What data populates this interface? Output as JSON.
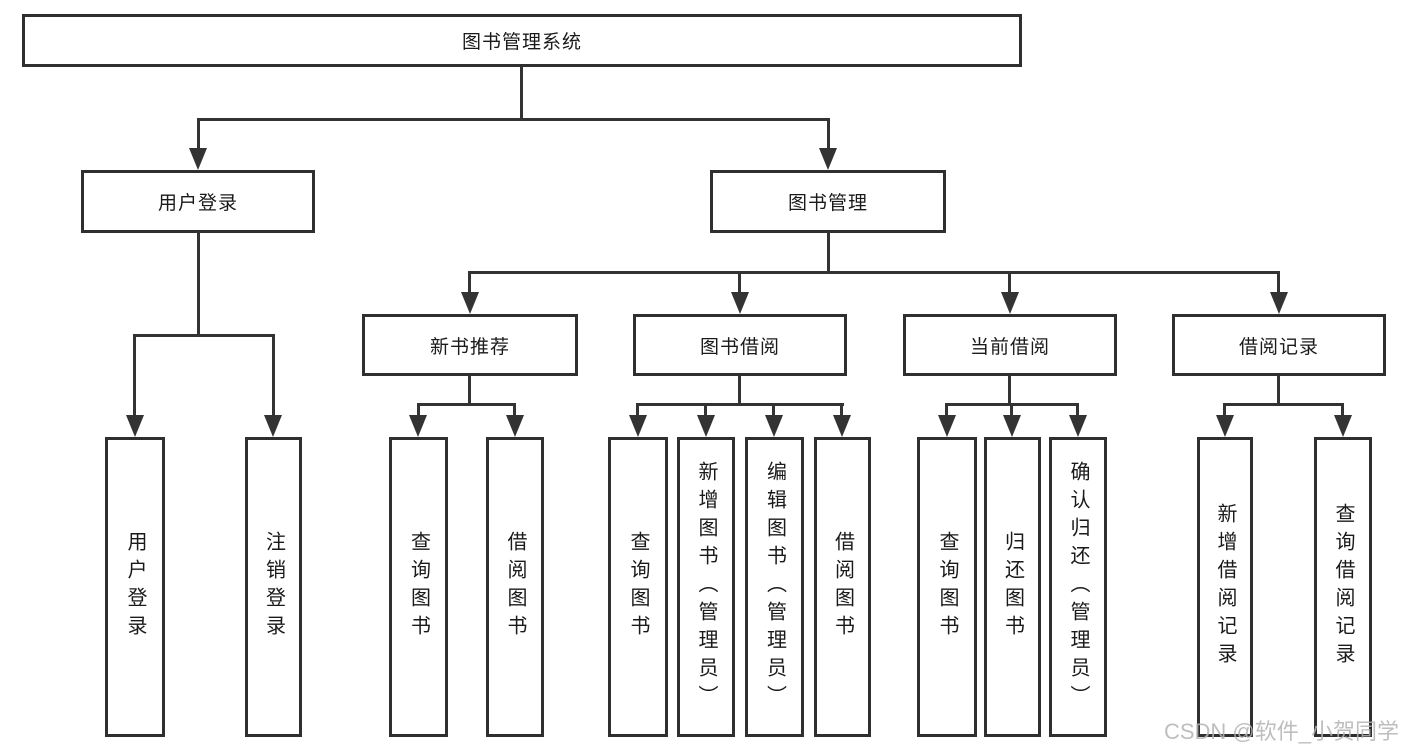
{
  "diagram": {
    "root": {
      "label": "图书管理系统"
    },
    "level2": {
      "user_login": {
        "label": "用户登录"
      },
      "book_mgmt": {
        "label": "图书管理"
      }
    },
    "level3": {
      "new_book_rec": {
        "label": "新书推荐"
      },
      "book_borrow": {
        "label": "图书借阅"
      },
      "current_borrow": {
        "label": "当前借阅"
      },
      "borrow_records": {
        "label": "借阅记录"
      }
    },
    "groups": {
      "user_login": [
        "用户登录",
        "注销登录"
      ],
      "new_book_rec": [
        "查询图书",
        "借阅图书"
      ],
      "book_borrow": [
        "查询图书",
        "新增图书（管理员）",
        "编辑图书（管理员）",
        "借阅图书"
      ],
      "current_borrow": [
        "查询图书",
        "归还图书",
        "确认归还（管理员）"
      ],
      "borrow_records": [
        "新增借阅记录",
        "查询借阅记录"
      ]
    },
    "watermark": "CSDN @软件_小贺同学",
    "colors": {
      "line": "#333333",
      "border": "#2f2f2f",
      "text": "#1a1a1a",
      "watermark": "#b3b3b3",
      "background": "#ffffff"
    }
  }
}
